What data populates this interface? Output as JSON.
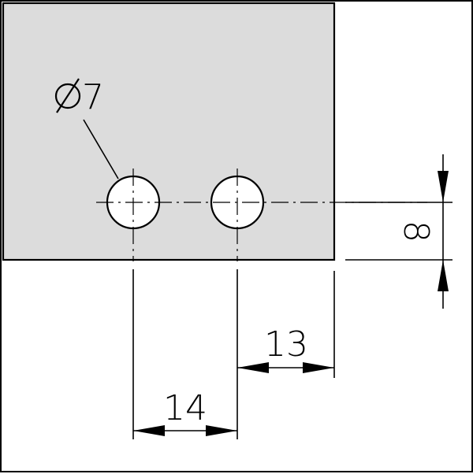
{
  "diagram": {
    "diameter_label": "7",
    "dim_vertical": "8",
    "dim_edge": "13",
    "dim_spacing": "14",
    "plate_color": "#dcdcdc",
    "line_color": "#000000"
  }
}
